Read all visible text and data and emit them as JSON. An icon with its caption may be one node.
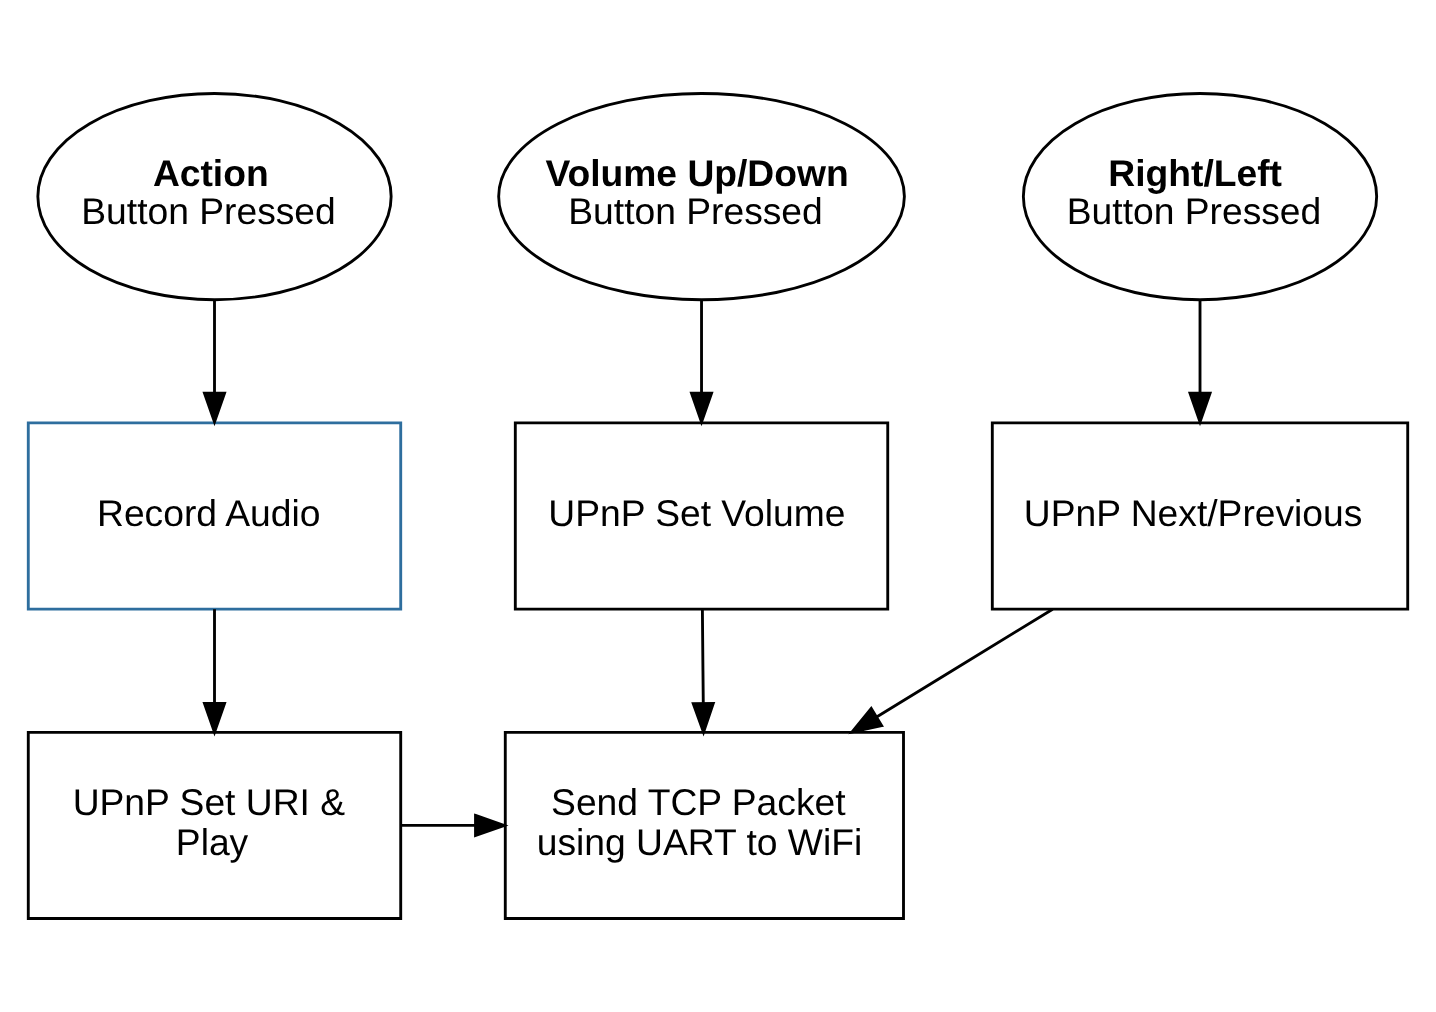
{
  "diagram": {
    "nodes": [
      {
        "text": [
          "Action",
          "Button Pressed"
        ]
      },
      {
        "text": [
          "Volume Up/Down",
          "Button Pressed"
        ]
      },
      {
        "text": [
          "Right/Left",
          "Button Pressed"
        ]
      },
      {
        "text": [
          "Record Audio"
        ]
      },
      {
        "text": [
          "UPnP Set Volume"
        ]
      },
      {
        "text": [
          "UPnP Next/Previous"
        ]
      },
      {
        "text": [
          "UPnP Set URI & Play"
        ]
      },
      {
        "text": [
          "Send TCP Packet using UART to WiFi"
        ]
      }
    ],
    "edges": [
      {
        "from": 0,
        "to": 3,
        "arrow": "to"
      },
      {
        "from": 1,
        "to": 4,
        "arrow": "to"
      },
      {
        "from": 2,
        "to": 5,
        "arrow": "to"
      },
      {
        "from": 3,
        "to": 6,
        "arrow": "to"
      },
      {
        "from": 6,
        "to": 7,
        "arrow": "to"
      },
      {
        "from": 4,
        "to": 7,
        "arrow": "to"
      },
      {
        "from": 5,
        "to": 7,
        "arrow": "to"
      }
    ]
  }
}
